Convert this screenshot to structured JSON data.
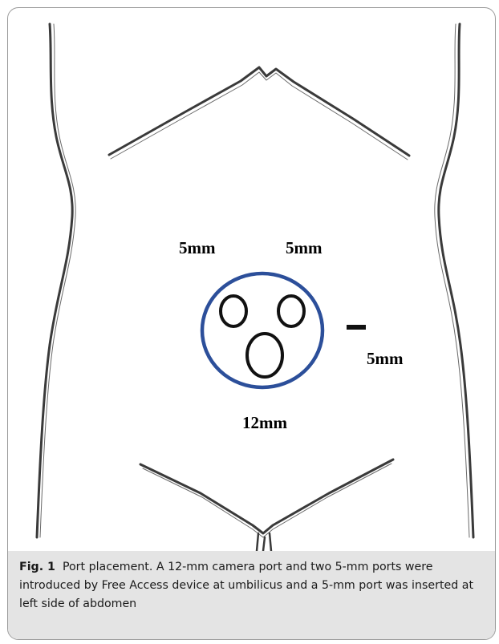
{
  "figure": {
    "port_labels": {
      "upper_left": "5mm",
      "upper_right": "5mm",
      "right_side": "5mm",
      "camera": "12mm"
    },
    "colors": {
      "device_ring": "#2c4f9a",
      "outline": "#3a3a3a"
    }
  },
  "caption": {
    "label": "Fig. 1",
    "text": "Port placement. A 12-mm camera port and two 5-mm ports were introduced by Free Access device at umbilicus and a 5-mm port was inserted at left side of abdomen"
  }
}
